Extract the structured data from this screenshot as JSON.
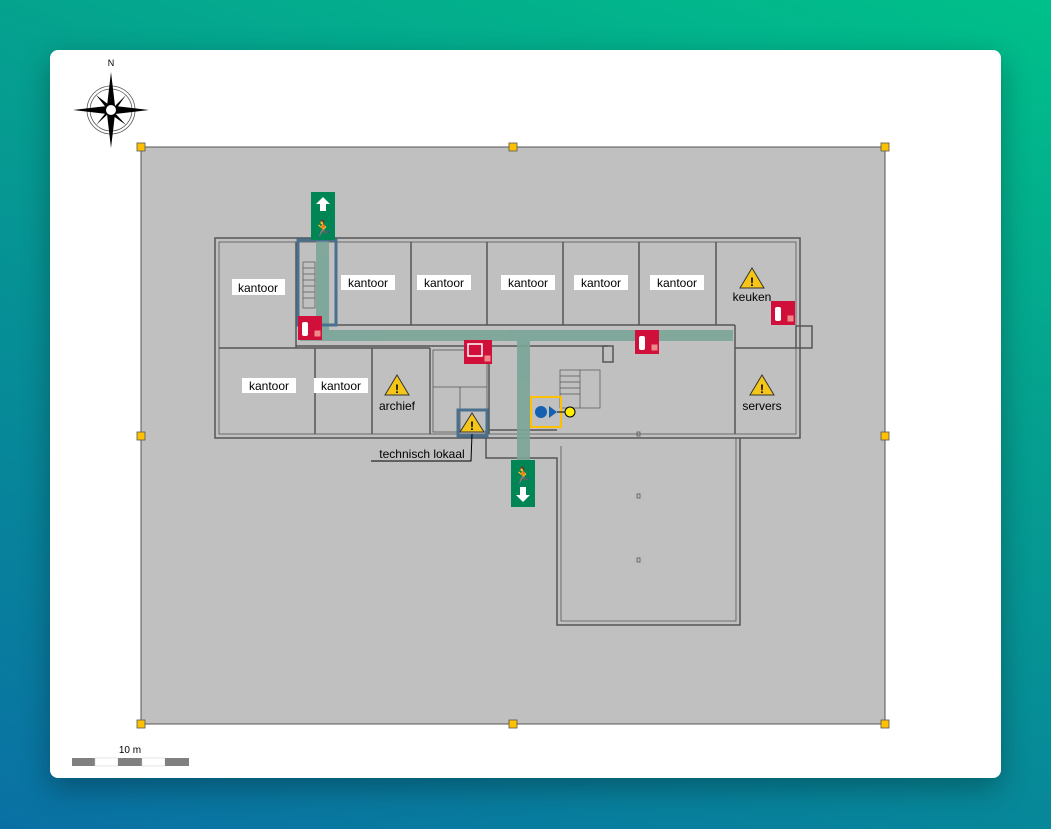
{
  "compass": {
    "north_label": "N"
  },
  "scale_bar": {
    "label": "10 m"
  },
  "rooms": [
    {
      "label": "kantoor"
    },
    {
      "label": "kantoor"
    },
    {
      "label": "kantoor"
    },
    {
      "label": "kantoor"
    },
    {
      "label": "kantoor"
    },
    {
      "label": "kantoor"
    },
    {
      "label": "kantoor"
    },
    {
      "label": "kantoor"
    },
    {
      "label": "archief"
    },
    {
      "label": "keuken"
    },
    {
      "label": "servers"
    }
  ],
  "callout": {
    "label": "technisch lokaal"
  },
  "colors": {
    "exit_green": "#008554",
    "fire_red": "#d0103a",
    "warning_yellow": "#f5c518",
    "route_green": "#7aa597",
    "selection_handle": "#ffc000",
    "plan_bg": "#c0c0c0"
  }
}
